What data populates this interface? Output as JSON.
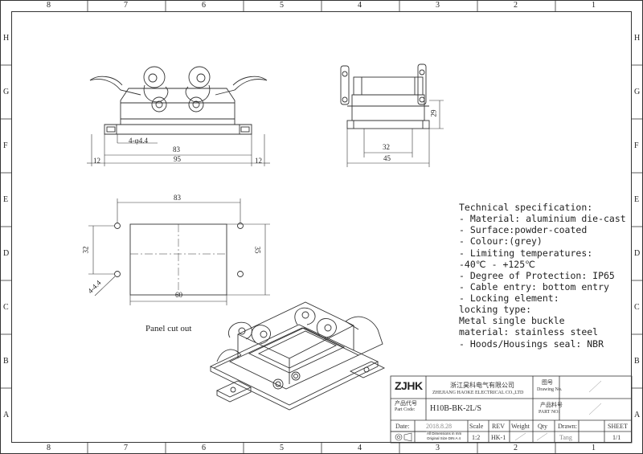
{
  "grid": {
    "columns": [
      "8",
      "7",
      "6",
      "5",
      "4",
      "3",
      "2",
      "1"
    ],
    "rows": [
      "H",
      "G",
      "F",
      "E",
      "D",
      "C",
      "B",
      "A"
    ]
  },
  "front_view": {
    "hole_label": "4-φ4.4",
    "dim_83": "83",
    "dim_95": "95",
    "dim_left_12": "12",
    "dim_right_12": "12"
  },
  "side_view": {
    "dim_29": "29",
    "dim_32": "32",
    "dim_45": "45"
  },
  "cutout": {
    "dim_83": "83",
    "dim_32": "32",
    "dim_35": "35",
    "dim_60": "60",
    "hole_label": "4-4.4",
    "caption": "Panel cut out"
  },
  "spec": {
    "title": "Technical specification:",
    "lines": [
      "- Material: aluminium die-cast",
      "- Surface:powder-coated",
      "- Colour:(grey)",
      "- Limiting temperatures:",
      "       -40℃ - +125℃",
      "- Degree of Protection: IP65",
      "- Cable entry: bottom entry",
      "- Locking element:",
      "     locking type:",
      "           Metal single buckle",
      "     material: stainless steel",
      "- Hoods/Housings seal: NBR"
    ]
  },
  "title_block": {
    "logo": "ZJHK",
    "company_cn": "浙江昊科电气有限公司",
    "company_en": "ZHEJIANG HAOKE ELECTRICAL CO.,LTD",
    "drawing_no_cn": "图号",
    "drawing_no_en": "Drawing No.",
    "part_code_cn": "产品代号",
    "part_code_en": "Part Code:",
    "part_code": "H10B-BK-2L/S",
    "part_no_cn": "产品料号",
    "part_no_en": "PART NO:",
    "date_label": "Date:",
    "date": "2018.8.28",
    "scale_label": "Scale",
    "scale": "1:2",
    "rev_label": "REV",
    "rev": "HK-1",
    "weight_label": "Weight",
    "qty_label": "Qty",
    "drawn_label": "Drawn:",
    "drawn": "Tang",
    "sheet_label": "SHEET",
    "sheet": "1/1",
    "dim_note_1": "All Dimensions in mm",
    "dim_note_2": "Original Size DIN A 4",
    "blank_mark": "/"
  }
}
